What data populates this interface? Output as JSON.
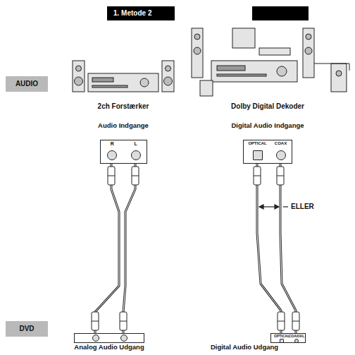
{
  "diagram": {
    "title": "1. Metode 2",
    "nodes": [
      {
        "text": [
          "AUDIO"
        ]
      },
      {
        "text": [
          "Audio Indgange",
          "R",
          "L"
        ]
      },
      {
        "text": [
          "Digital Audio Indgange",
          "OPTICAL",
          "COAX"
        ]
      },
      {
        "text": [
          "DVD"
        ]
      },
      {
        "text": [
          "Analog Audio Udgang"
        ]
      },
      {
        "text": [
          "Digital Audio Udgang",
          "OPTICAL",
          "COAXIAL"
        ]
      }
    ],
    "edges": [
      {
        "from": 4,
        "to": 1,
        "arrow": "none"
      },
      {
        "from": 5,
        "to": 2,
        "arrow": "none"
      },
      {
        "from": 5,
        "to": 2,
        "arrow": "none"
      }
    ],
    "labels": [
      "2ch Forstærker",
      "Dolby Digital Dekoder",
      "ELLER"
    ]
  }
}
